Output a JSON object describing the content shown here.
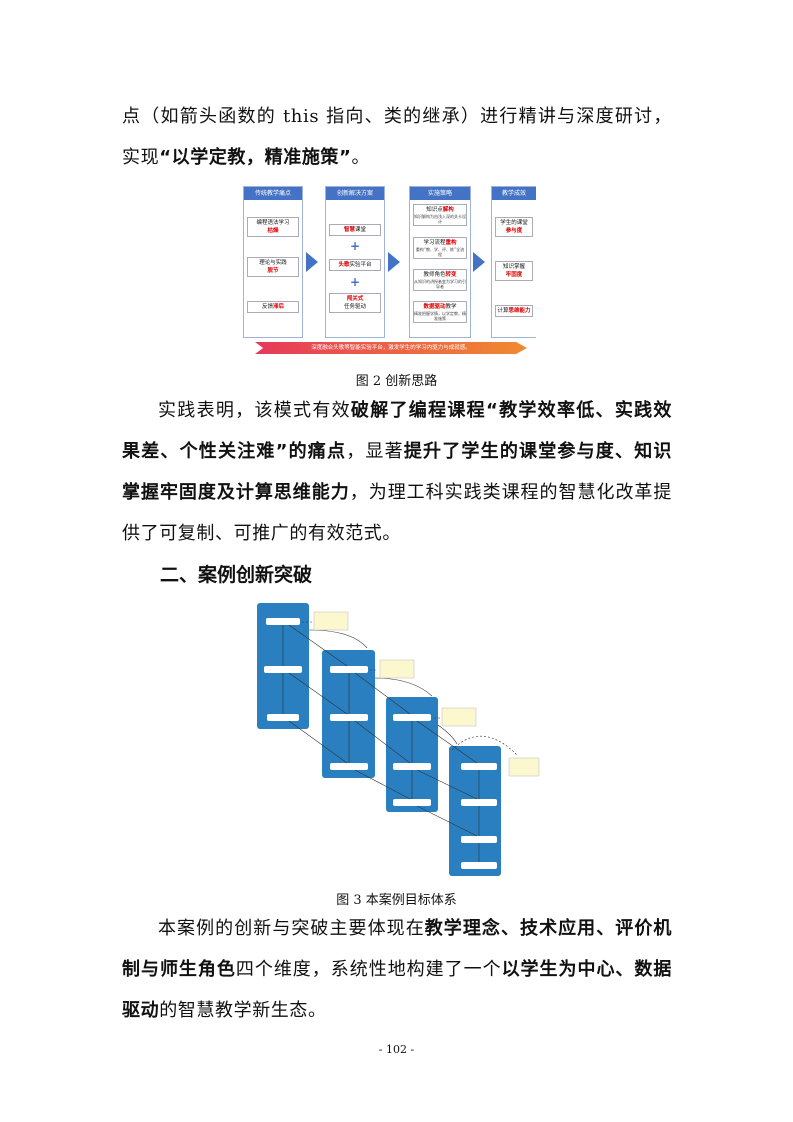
{
  "para1": {
    "s0": "点（如箭头函数的 this 指向、类的继承）进行精讲与深度研讨，实现",
    "s1": "“以学定教，精准施策”",
    "s2": "。"
  },
  "fig1": {
    "caption": "图 2  创新思路",
    "col1": {
      "title": "传统教学痛点",
      "items": [
        {
          "a": "编程语法学习",
          "b": "枯燥"
        },
        {
          "a": "理论与实践",
          "b": "脱节"
        },
        {
          "a": "反馈",
          "b": "滞后"
        }
      ]
    },
    "col2": {
      "title": "创新解决方案",
      "items": [
        {
          "b": "智慧",
          "a": "课堂"
        },
        {
          "b": "头歌",
          "a": "实验平台"
        },
        {
          "b": "闯关式",
          "a": "任务驱动"
        }
      ]
    },
    "col3": {
      "title": "实施策略",
      "items": [
        {
          "a": "知识点",
          "b": "解构",
          "c": "知识解构为由浅入深的关卡设计"
        },
        {
          "a": "学习流程",
          "b": "重构",
          "c": "重构“教、学、评、练”全流程"
        },
        {
          "a": "教师角色",
          "b": "转变",
          "c": "从知识的讲授者变为学习的引导者"
        },
        {
          "b": "数据驱动",
          "a": "教学",
          "c": "精准把握学情，以学定教，精准施策"
        }
      ]
    },
    "col4": {
      "title": "教学成效",
      "items": [
        {
          "a": "学生的课堂",
          "b": "参与度"
        },
        {
          "a": "知识掌握",
          "b": "牢固度"
        },
        {
          "a": "计算",
          "b": "思维能力"
        }
      ]
    },
    "banner": "深度融合头歌等智能实验平台，激发学生的学习内驱力与成就感。"
  },
  "para2": {
    "s0": "实践表明，该模式有效",
    "s1": "破解了编程课程“教学效率低、实践效果差、个性关注难”的痛点",
    "s2": "，显著",
    "s3": "提升了学生的课堂参与度、知识掌握牢固度及计算思维能力",
    "s4": "，为理工科实践类课程的智慧化改革提供了可复制、可推广的有效范式。"
  },
  "heading": "二、案例创新突破",
  "fig2": {
    "caption": "图 3  本案例目标体系"
  },
  "para3": {
    "s0": "本案例的创新与突破主要体现在",
    "s1": "教学理念、技术应用、评价机制与师生角色",
    "s2": "四个维度，系统性地构建了一个",
    "s3": "以学生为中心、数据驱动",
    "s4": "的智慧教学新生态。"
  },
  "page_number": "- 102 -"
}
